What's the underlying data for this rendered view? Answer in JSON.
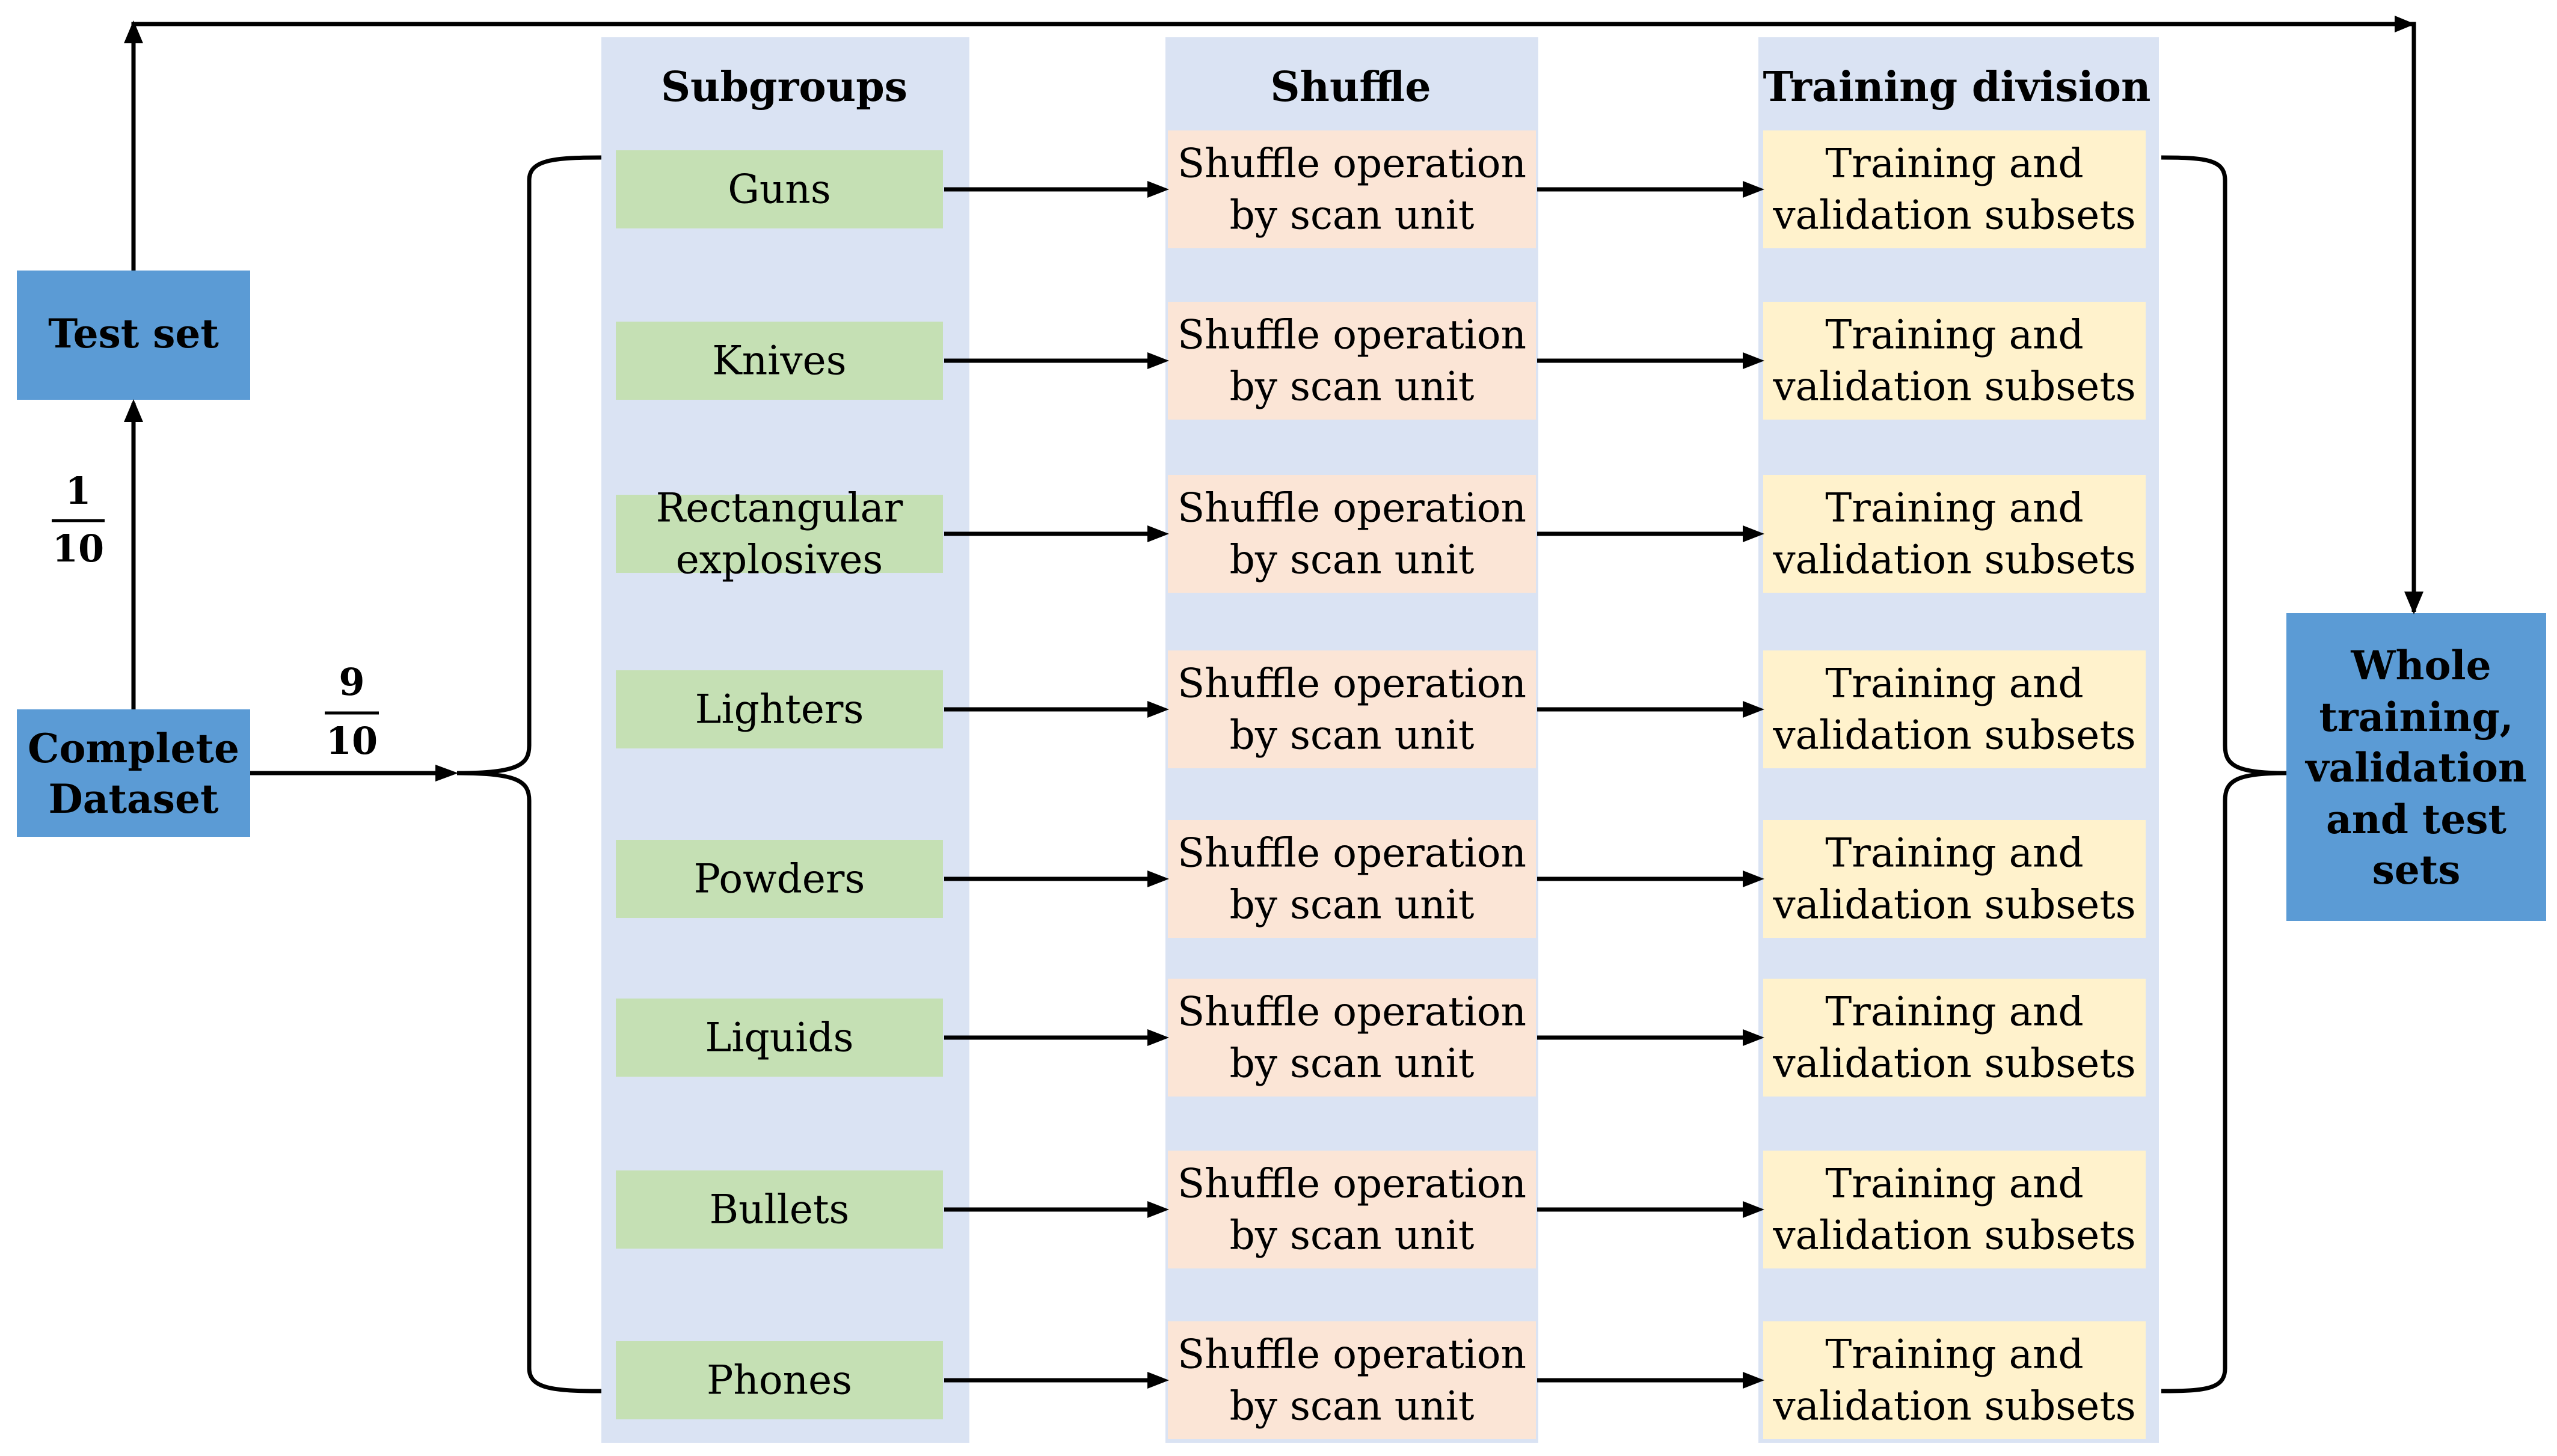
{
  "colors": {
    "column_bg": "#dae3f3",
    "subgroup_fill": "#c5e0b4",
    "shuffle_fill": "#fbe5d6",
    "division_fill": "#fff2cc",
    "blue_box": "#5b9bd5",
    "line": "#000000"
  },
  "test_set": {
    "label": "Test set"
  },
  "complete_dataset": {
    "lines": [
      "Complete",
      "Dataset"
    ]
  },
  "fraction_test": {
    "num": "1",
    "den": "10"
  },
  "fraction_train": {
    "num": "9",
    "den": "10"
  },
  "columns": {
    "subgroups": {
      "header": "Subgroups"
    },
    "shuffle": {
      "header": "Shuffle"
    },
    "division": {
      "header": "Training division"
    }
  },
  "rows": [
    {
      "subgroup": [
        "Guns"
      ],
      "shuffle": [
        "Shuffle operation",
        "by scan unit"
      ],
      "division": [
        "Training and",
        "validation subsets"
      ]
    },
    {
      "subgroup": [
        "Knives"
      ],
      "shuffle": [
        "Shuffle operation",
        "by scan unit"
      ],
      "division": [
        "Training and",
        "validation subsets"
      ]
    },
    {
      "subgroup": [
        "Rectangular",
        "explosives"
      ],
      "shuffle": [
        "Shuffle operation",
        "by scan unit"
      ],
      "division": [
        "Training and",
        "validation subsets"
      ]
    },
    {
      "subgroup": [
        "Lighters"
      ],
      "shuffle": [
        "Shuffle operation",
        "by scan unit"
      ],
      "division": [
        "Training and",
        "validation subsets"
      ]
    },
    {
      "subgroup": [
        "Powders"
      ],
      "shuffle": [
        "Shuffle operation",
        "by scan unit"
      ],
      "division": [
        "Training and",
        "validation subsets"
      ]
    },
    {
      "subgroup": [
        "Liquids"
      ],
      "shuffle": [
        "Shuffle operation",
        "by scan unit"
      ],
      "division": [
        "Training and",
        "validation subsets"
      ]
    },
    {
      "subgroup": [
        "Bullets"
      ],
      "shuffle": [
        "Shuffle operation",
        "by scan unit"
      ],
      "division": [
        "Training and",
        "validation subsets"
      ]
    },
    {
      "subgroup": [
        "Phones"
      ],
      "shuffle": [
        "Shuffle operation",
        "by scan unit"
      ],
      "division": [
        "Training and",
        "validation subsets"
      ]
    }
  ],
  "whole_sets": {
    "lines": [
      "Whole",
      "training,",
      "validation",
      "and test",
      "sets"
    ]
  }
}
